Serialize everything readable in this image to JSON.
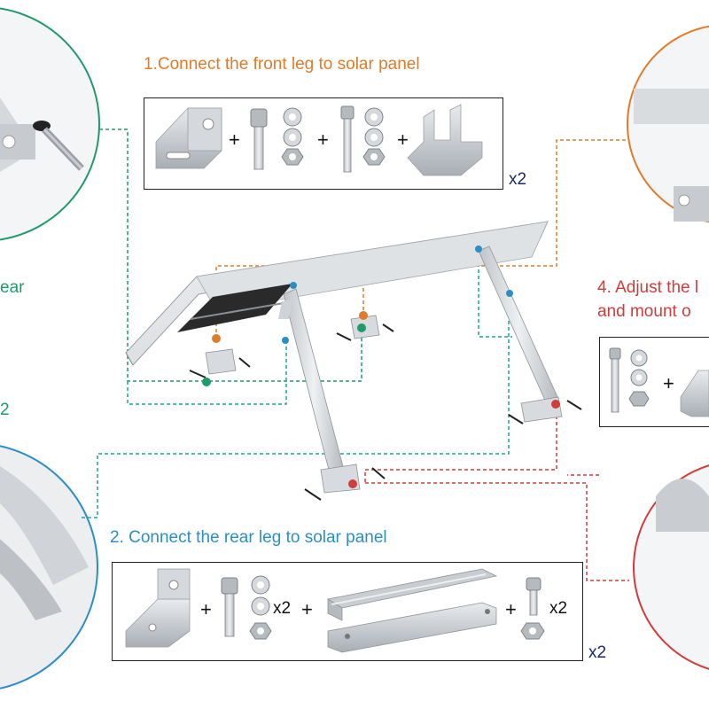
{
  "colors": {
    "step1": "#e07b2a",
    "step2": "#2b8fc6",
    "step4": "#d23b3b",
    "green_line": "#1f9a6a",
    "teal_line": "#1aa59a",
    "qty": "#1a2a6a"
  },
  "steps": {
    "step1": "1.Connect the front leg to solar panel",
    "step2": "2. Connect the rear leg to solar panel",
    "step4_line1": "4. Adjust the l",
    "step4_line2": "and mount o"
  },
  "partial_labels": {
    "ear": "ear",
    "two": "2"
  },
  "quantities": {
    "box1": "x2",
    "box2_bolt": "x2",
    "box2_screw": "x2",
    "box2": "x2"
  },
  "operators": {
    "plus": "+"
  }
}
